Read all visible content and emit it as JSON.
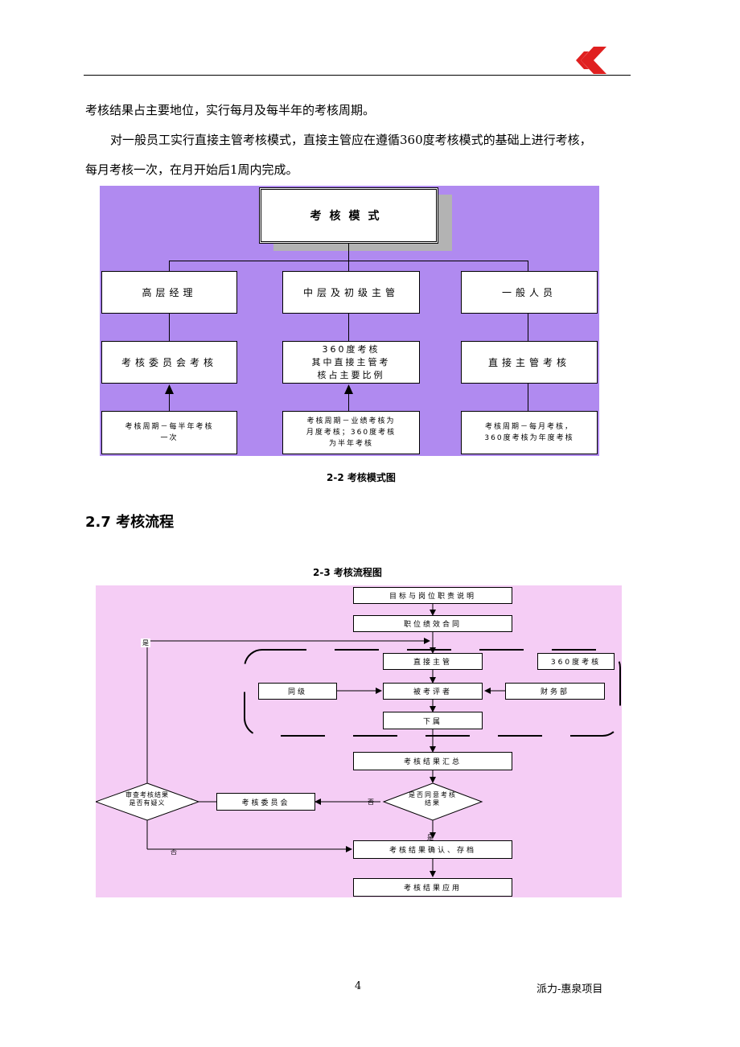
{
  "paragraphs": {
    "line1": "考核结果占主要地位，实行每月及每半年的考核周期。",
    "line2": "对一般员工实行直接主管考核模式，直接主管应在遵循360度考核模式的基础上进行考核，",
    "line3": "每月考核一次，在月开始后1周内完成。"
  },
  "figure1": {
    "top": "考核模式",
    "col1": {
      "role": "高层经理",
      "method": "考核委员会考核",
      "cycle": [
        "考核周期－每半年考核",
        "一次"
      ]
    },
    "col2": {
      "role": "中层及初级主管",
      "method": [
        "360度考核",
        "其中直接主管考",
        "核占主要比例"
      ],
      "cycle": [
        "考核周期－业绩考核为",
        "月度考核；360度考核",
        "为半年考核"
      ]
    },
    "col3": {
      "role": "一般人员",
      "method": "直接主管考核",
      "cycle": [
        "考核周期－每月考核，",
        "360度考核为年度考核"
      ]
    },
    "caption": "2-2  考核模式图",
    "bg_color": "#b08af0"
  },
  "section": {
    "title": "2.7 考核流程"
  },
  "figure2": {
    "caption": "2-3  考核流程图",
    "bg_color": "#f5cdf5",
    "steps": {
      "s1": "目标与岗位职责说明",
      "s2": "职位绩效合同",
      "s3": "直接主管",
      "s4": "被考评者",
      "s5": "下属",
      "peer": "同级",
      "finance": "财务部",
      "tag360": "360度考核",
      "summary": "考核结果汇总",
      "agree": [
        "是否同意考核",
        "结果"
      ],
      "committee": "考核委员会",
      "review": [
        "审查考核结果",
        "是否有疑义"
      ],
      "confirm": "考核结果确认、存档",
      "apply": "考核结果应用"
    },
    "labels": {
      "yes_top": "是",
      "no_right": "否",
      "no_left": "否",
      "yes_bottom": "是"
    }
  },
  "footer": {
    "page": "4",
    "project": "派力-惠泉项目"
  }
}
